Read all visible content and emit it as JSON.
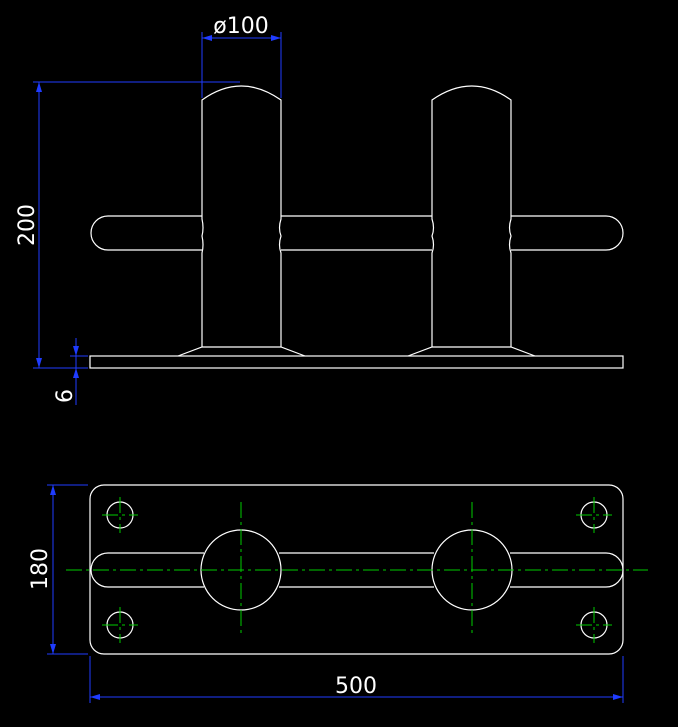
{
  "colors": {
    "background": "#000000",
    "outline": "#ffffff",
    "dimension": "#1f3cff",
    "centerline": "#00cc00"
  },
  "dimensions": {
    "diameter": "ø100",
    "height": "200",
    "plate_thickness": "6",
    "plate_width": "180",
    "plate_length": "500"
  }
}
